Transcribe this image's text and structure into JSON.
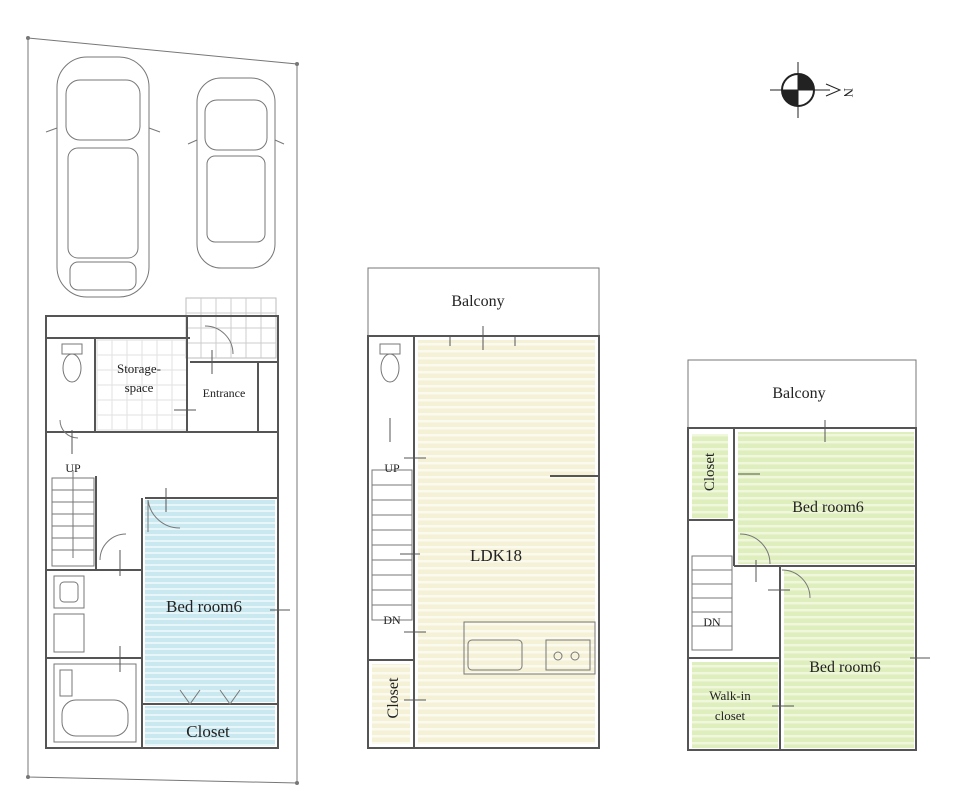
{
  "compass": {
    "label": "N"
  },
  "floor1": {
    "storage_line1": "Storage-",
    "storage_line2": "space",
    "entrance": "Entrance",
    "up": "UP",
    "bedroom": "Bed room6",
    "closet": "Closet"
  },
  "floor2": {
    "balcony": "Balcony",
    "up": "UP",
    "dn": "DN",
    "ldk": "LDK18",
    "closet": "Closet"
  },
  "floor3": {
    "balcony": "Balcony",
    "closet": "Closet",
    "bedroom_top": "Bed room6",
    "dn": "DN",
    "bedroom_bottom": "Bed room6",
    "walkin_line1": "Walk-in",
    "walkin_line2": "closet"
  },
  "colors": {
    "bedroom1_fill": "#bfe4ec",
    "ldk_fill": "#f3f0d2",
    "bedroom3_fill": "#dcedb8",
    "wall": "#555555"
  }
}
